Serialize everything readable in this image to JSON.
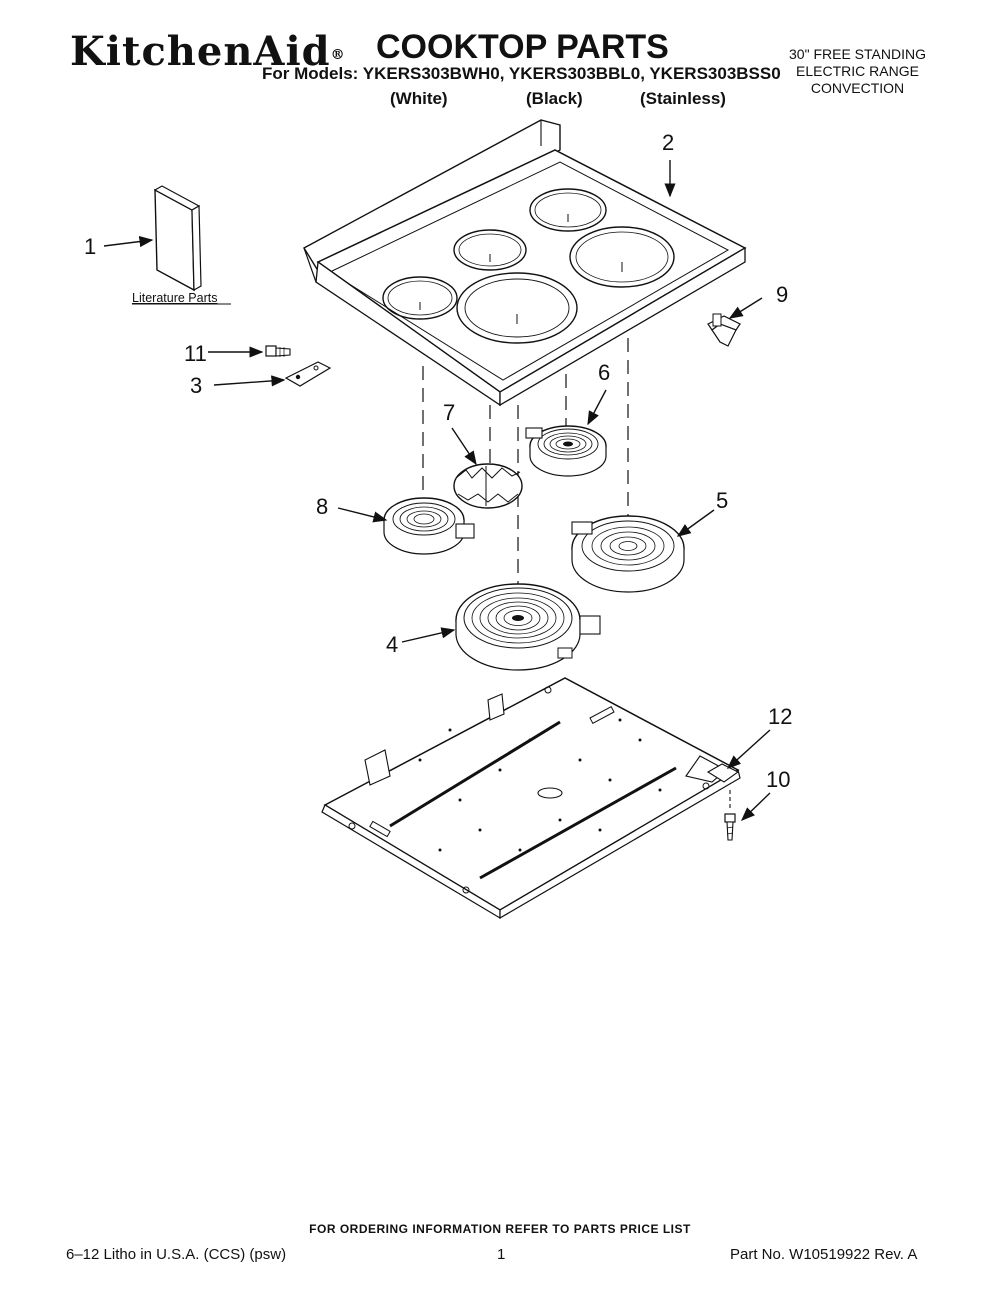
{
  "header": {
    "brand": "KitchenAid",
    "brand_mark": "®",
    "title": "COOKTOP PARTS",
    "models_line": "For Models: YKERS303BWH0, YKERS303BBL0, YKERS303BSS0",
    "finishes": [
      "(White)",
      "(Black)",
      "(Stainless)"
    ],
    "spec_lines": [
      "30\" FREE STANDING",
      "ELECTRIC RANGE",
      "CONVECTION"
    ]
  },
  "diagram": {
    "callouts": [
      "1",
      "2",
      "3",
      "4",
      "5",
      "6",
      "7",
      "8",
      "9",
      "10",
      "11",
      "12"
    ],
    "literature_label": "Literature Parts"
  },
  "footer": {
    "ordering_note": "FOR ORDERING INFORMATION REFER TO PARTS PRICE LIST",
    "litho": "6–12 Litho in U.S.A. (CCS) (psw)",
    "page": "1",
    "part_no": "Part No. W10519922 Rev. A"
  }
}
